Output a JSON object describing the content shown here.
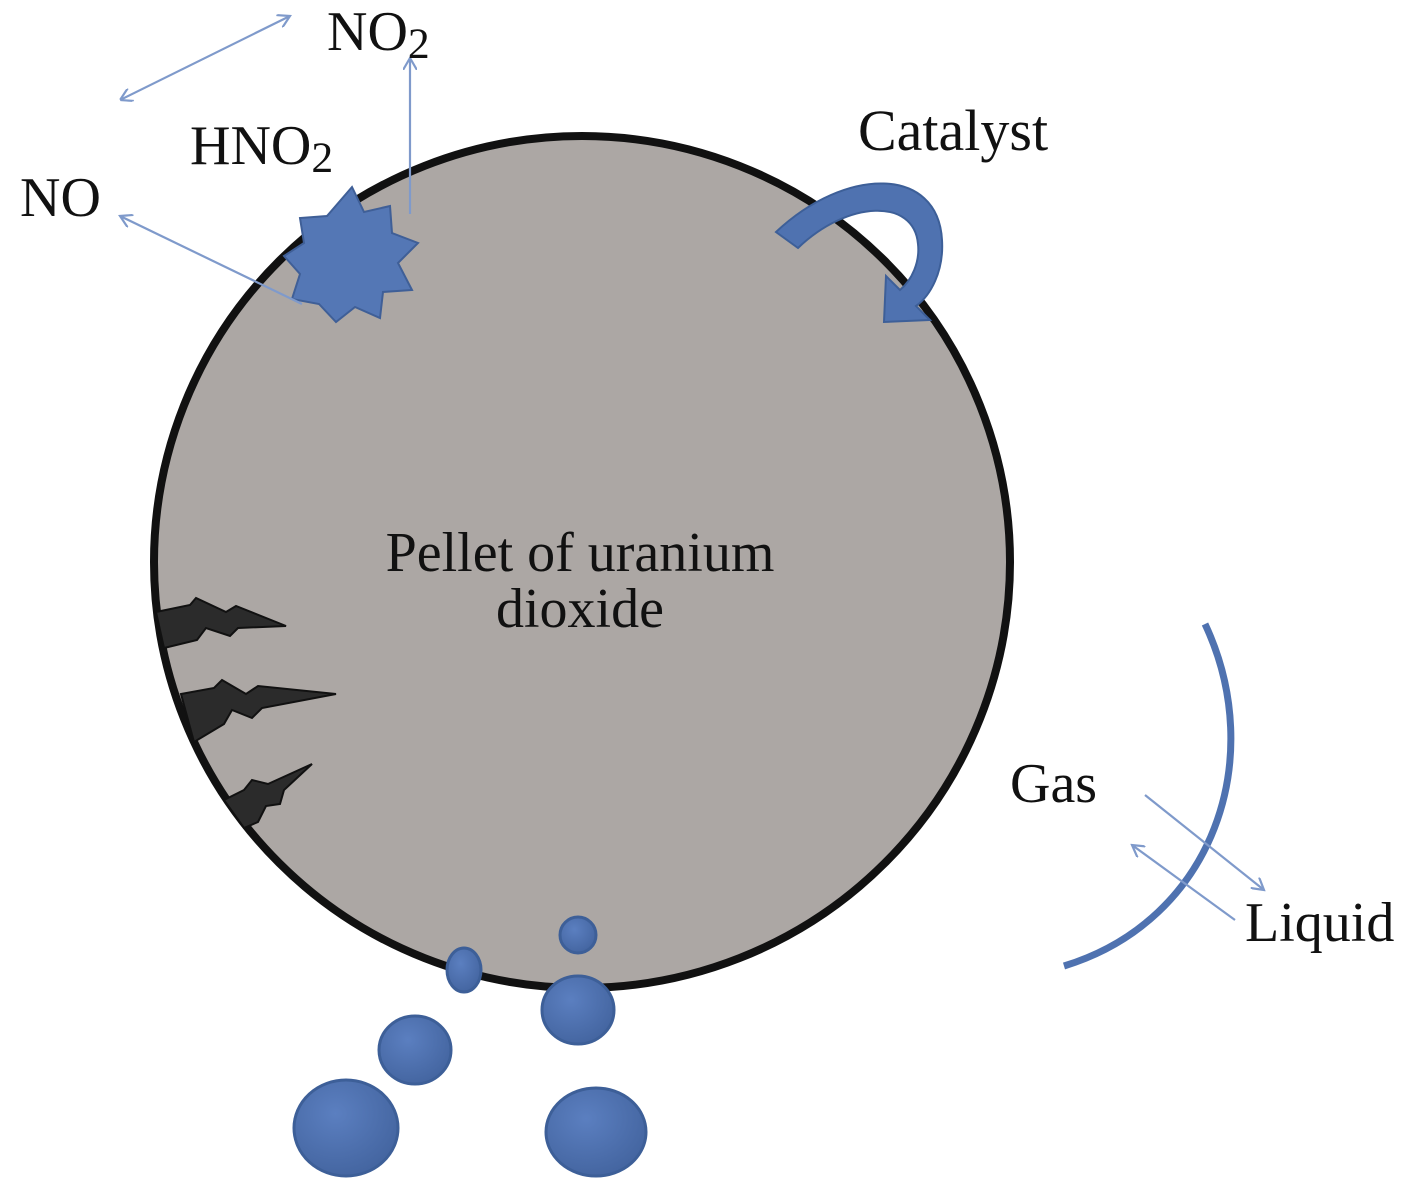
{
  "labels": {
    "no2_main": "NO",
    "no2_sub": "2",
    "hno2_main": "HNO",
    "hno2_sub": "2",
    "no": "NO",
    "catalyst": "Catalyst",
    "gas": "Gas",
    "liquid": "Liquid",
    "pellet_line1": "Pellet of uranium",
    "pellet_line2": "dioxide"
  },
  "colors": {
    "pellet_fill": "#aca7a4",
    "pellet_stroke": "#111111",
    "accent_blue": "#4f72b0",
    "arrow_blue": "#7f9acb",
    "crack_dark": "#2b2b2b"
  }
}
